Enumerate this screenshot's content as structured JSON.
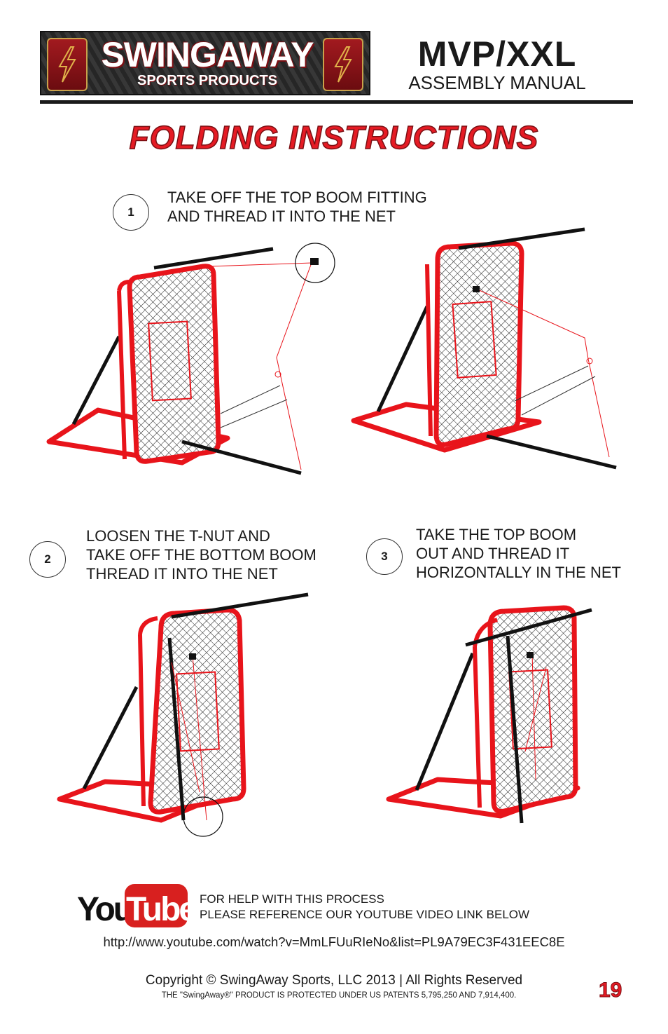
{
  "header": {
    "brand": "SWINGAWAY",
    "brand_sub": "SPORTS PRODUCTS",
    "model": "MVP/XXL",
    "manual": "ASSEMBLY MANUAL"
  },
  "title": "FOLDING INSTRUCTIONS",
  "steps": [
    {
      "number": "1",
      "lines": [
        "TAKE OFF THE TOP BOOM FITTING",
        "AND THREAD IT INTO THE NET"
      ]
    },
    {
      "number": "2",
      "lines": [
        "LOOSEN THE T-NUT AND",
        "TAKE OFF THE BOTTOM BOOM",
        "THREAD IT INTO THE NET"
      ]
    },
    {
      "number": "3",
      "lines": [
        "TAKE THE TOP BOOM",
        "OUT AND THREAD IT",
        "HORIZONTALLY IN THE NET"
      ]
    }
  ],
  "footer": {
    "youtube_logo": {
      "you": "You",
      "tube": "Tube"
    },
    "help_line1": "FOR HELP WITH THIS PROCESS",
    "help_line2": "PLEASE REFERENCE OUR YOUTUBE VIDEO LINK BELOW",
    "url": "http://www.youtube.com/watch?v=MmLFUuRIeNo&list=PL9A79EC3F431EEC8E",
    "copyright": "Copyright © SwingAway Sports, LLC 2013 | All Rights Reserved",
    "patent": "THE \"SwingAway®\" PRODUCT IS PROTECTED UNDER US PATENTS 5,795,250 AND 7,914,400.",
    "page_number": "19"
  },
  "colors": {
    "brand_red": "#e51b24",
    "frame_red": "#e8141b",
    "dark": "#1a1a1a"
  }
}
